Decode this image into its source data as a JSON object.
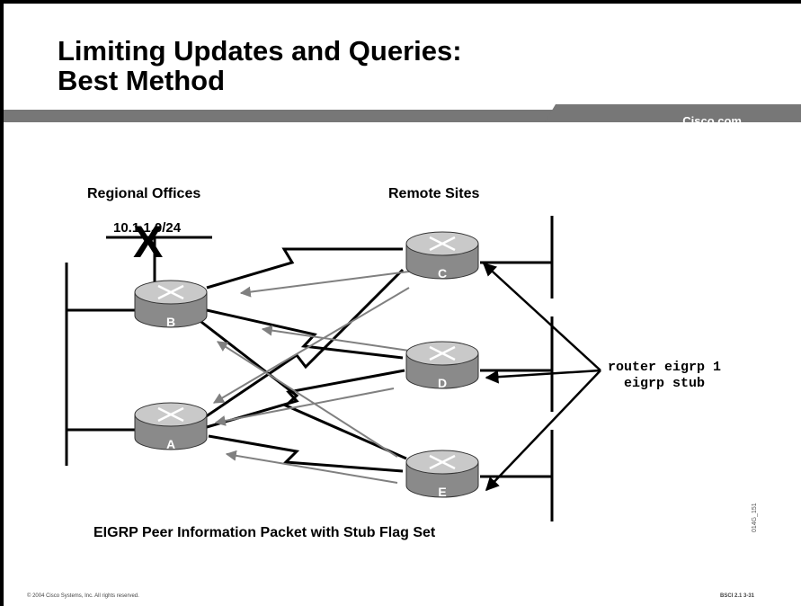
{
  "slide": {
    "title_line1": "Limiting Updates and Queries:",
    "title_line2": "Best Method",
    "brand": "Cisco.com",
    "copyright": "© 2004 Cisco Systems, Inc. All rights reserved.",
    "course_page": "BSCI 2.1   3-31",
    "figure_id": "014G_151"
  },
  "diagram": {
    "heading_left": "Regional Offices",
    "heading_right": "Remote Sites",
    "subnet_label": "10.1.1.0/24",
    "subnet_marker": "X",
    "routers": [
      "B",
      "A",
      "C",
      "D",
      "E"
    ],
    "config_lines": [
      "router eigrp 1",
      "eigrp stub"
    ],
    "caption": "EIGRP Peer Information Packet with Stub Flag Set"
  },
  "colors": {
    "header_band": "#777777",
    "router_body": "#8a8a8a",
    "router_top": "#c9c9c9",
    "arrow_gray": "#808080"
  }
}
